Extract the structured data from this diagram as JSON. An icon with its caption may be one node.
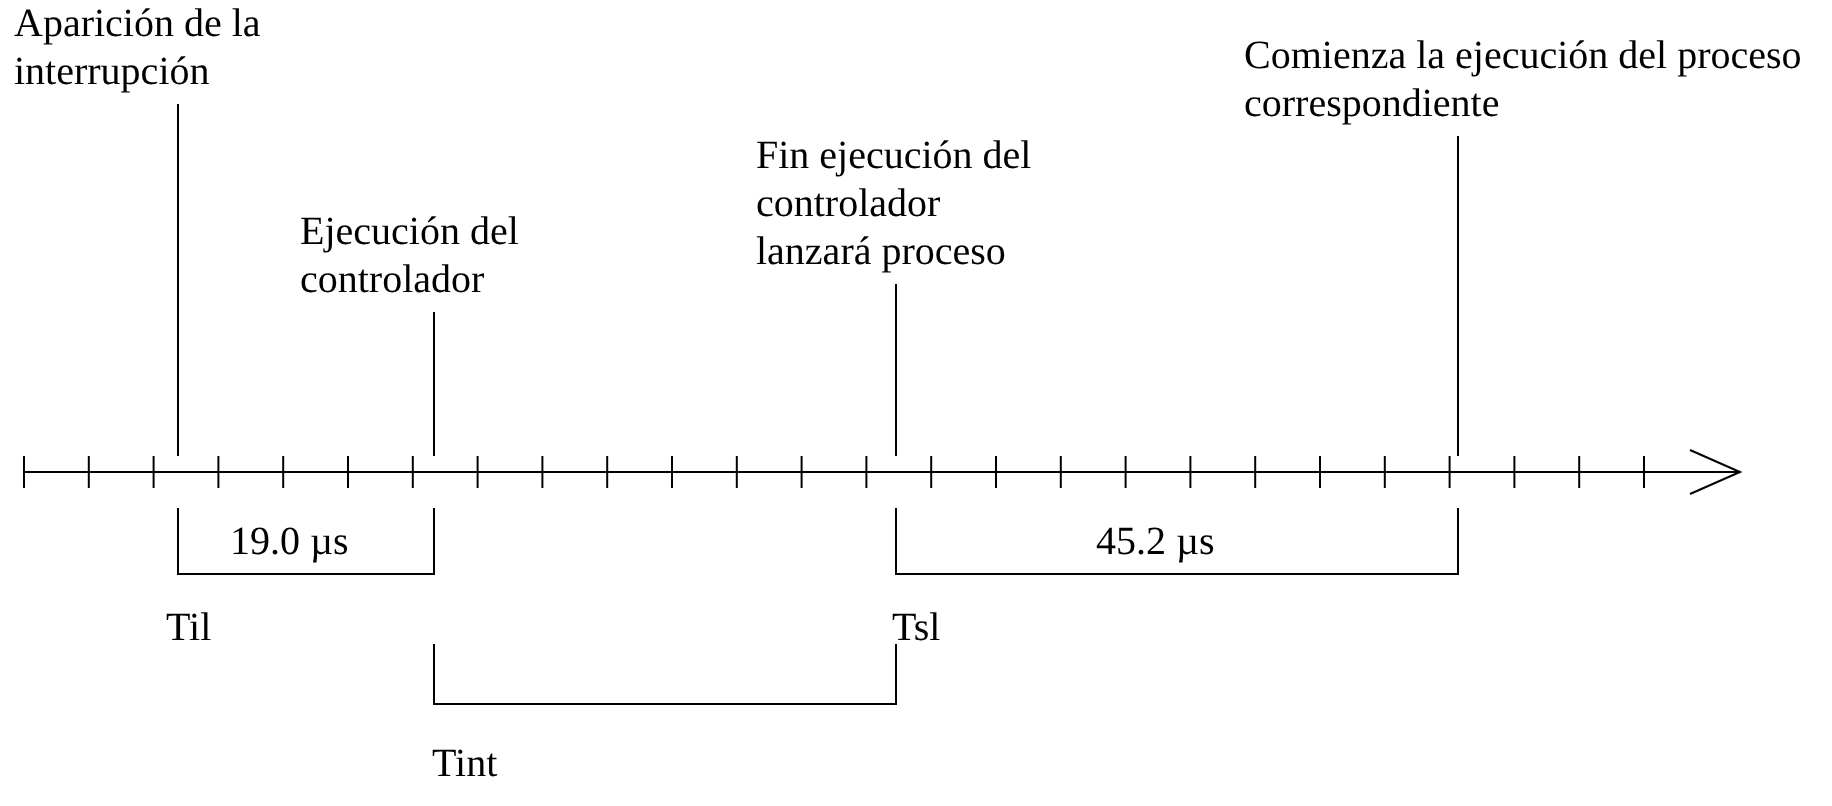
{
  "diagram": {
    "nodes": [
      {
        "text": [
          "Aparición de la interrupción"
        ]
      },
      {
        "text": [
          "Ejecución del controlador"
        ]
      },
      {
        "text": [
          "Fin ejecución del controlador lanzará proceso"
        ]
      },
      {
        "text": [
          "Comienza la ejecución del proceso correspondiente"
        ]
      },
      {
        "text": [],
        "shape": "arrow"
      }
    ],
    "edges": [
      {
        "from": 0,
        "to": 4,
        "arrow": "none"
      },
      {
        "from": 1,
        "to": 4,
        "arrow": "none"
      },
      {
        "from": 2,
        "to": 4,
        "arrow": "none"
      },
      {
        "from": 3,
        "to": 4,
        "arrow": "none"
      }
    ],
    "labels": [
      "19.0 µs",
      "45.2 µs",
      "Til",
      "Tsl",
      "Tint"
    ]
  }
}
